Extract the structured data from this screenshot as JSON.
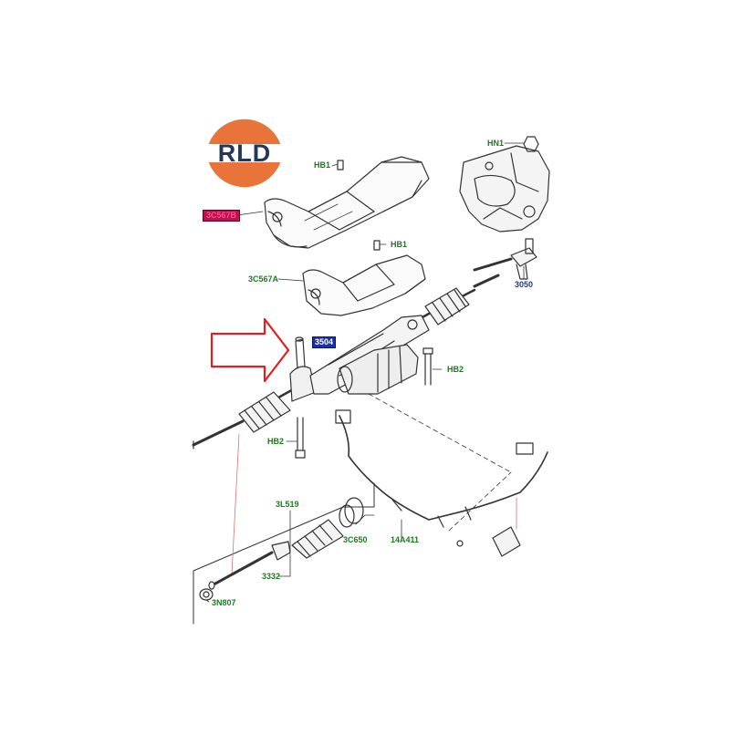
{
  "colors": {
    "brand_orange": "#e8743a",
    "brand_navy": "#22375a",
    "arrow_red": "#e02020",
    "label_green": "#1e7a1e",
    "label_blue": "#1f3a8a",
    "highlight_blue": "#1b2fa8",
    "highlight_magenta": "#c01050",
    "line_art": "#333333"
  },
  "logo": {
    "text": "RLD"
  },
  "callouts": {
    "hn1": "HN1",
    "hb1_top": "HB1",
    "part_3c567b": "3C567B",
    "hb1_mid": "HB1",
    "part_3c567a": "3C567A",
    "part_3050": "3050",
    "part_3504": "3504",
    "hb2_right": "HB2",
    "hb2_left": "HB2",
    "part_3l519": "3L519",
    "part_3c650": "3C650",
    "part_14a411": "14A411",
    "part_3332": "3332",
    "part_3n807": "3N807"
  },
  "icons": {
    "pointer": "red-outline-arrow-icon",
    "logo": "rld-logo-icon"
  }
}
